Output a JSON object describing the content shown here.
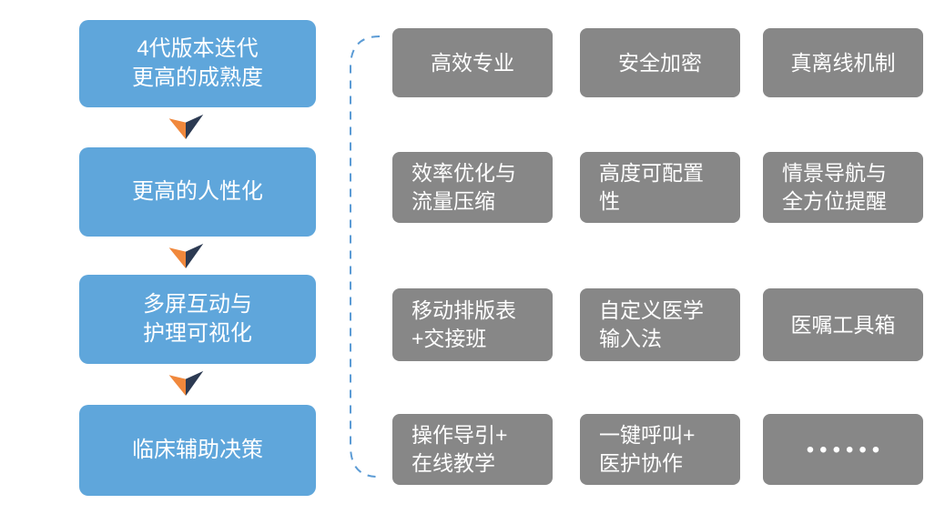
{
  "colors": {
    "stage_blue": "#5fa6db",
    "feature_gray": "#878787",
    "arrow_orange": "#f0883c",
    "arrow_navy": "#2c3a52",
    "brace_blue": "#5b9bd5",
    "text_white": "#ffffff",
    "background": "#ffffff"
  },
  "stages": [
    {
      "label": "4代版本迭代\n更高的成熟度"
    },
    {
      "label": "更高的人性化"
    },
    {
      "label": "多屏互动与\n护理可视化"
    },
    {
      "label": "临床辅助决策"
    }
  ],
  "features": {
    "rows": [
      {
        "cells": [
          {
            "label": "高效专业"
          },
          {
            "label": "安全加密"
          },
          {
            "label": "真离线机制"
          }
        ]
      },
      {
        "cells": [
          {
            "label": "效率优化与\n流量压缩"
          },
          {
            "label": "高度可配置\n性"
          },
          {
            "label": "情景导航与\n全方位提醒"
          }
        ]
      },
      {
        "cells": [
          {
            "label": "移动排版表\n+交接班"
          },
          {
            "label": "自定义医学\n输入法"
          },
          {
            "label": "医嘱工具箱"
          }
        ]
      },
      {
        "cells": [
          {
            "label": "操作导引+\n在线教学"
          },
          {
            "label": "一键呼叫+\n医护协作"
          },
          {
            "label": "••••••"
          }
        ]
      }
    ]
  }
}
